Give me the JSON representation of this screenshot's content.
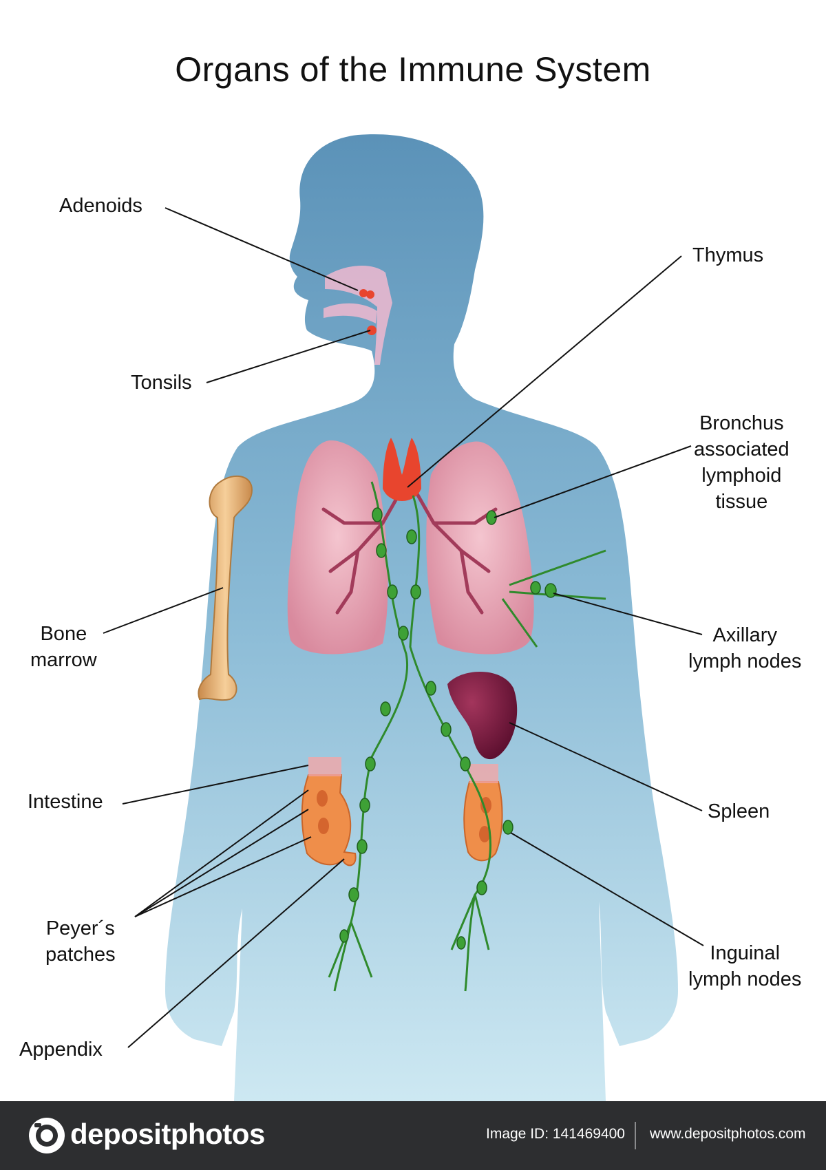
{
  "title": "Organs of the Immune System",
  "labels": {
    "adenoids": "Adenoids",
    "tonsils": "Tonsils",
    "thymus": "Thymus",
    "balt": [
      "Bronchus",
      "associated",
      "lymphoid",
      "tissue"
    ],
    "bone_marrow": [
      "Bone",
      "marrow"
    ],
    "axillary": [
      "Axillary",
      "lymph nodes"
    ],
    "intestine": "Intestine",
    "spleen": "Spleen",
    "peyers": [
      "Peyer´s",
      "patches"
    ],
    "inguinal": [
      "Inguinal",
      "lymph nodes"
    ],
    "appendix": "Appendix"
  },
  "footer": {
    "brand": "depositphotos",
    "image_id": "Image ID: 141469400",
    "site": "www.depositphotos.com"
  },
  "colors": {
    "body_top": "#5d93b9",
    "body_bottom": "#c9e6f0",
    "lymph": "#2f8a2c",
    "lung": "#e6a8b6",
    "thymus": "#e8452e",
    "bone": "#e3b07a",
    "spleen": "#7a1b3d",
    "intestine": "#ef8e4a",
    "footer_bg": "#2d2e30"
  },
  "icons": [
    "camera-logo-icon"
  ]
}
